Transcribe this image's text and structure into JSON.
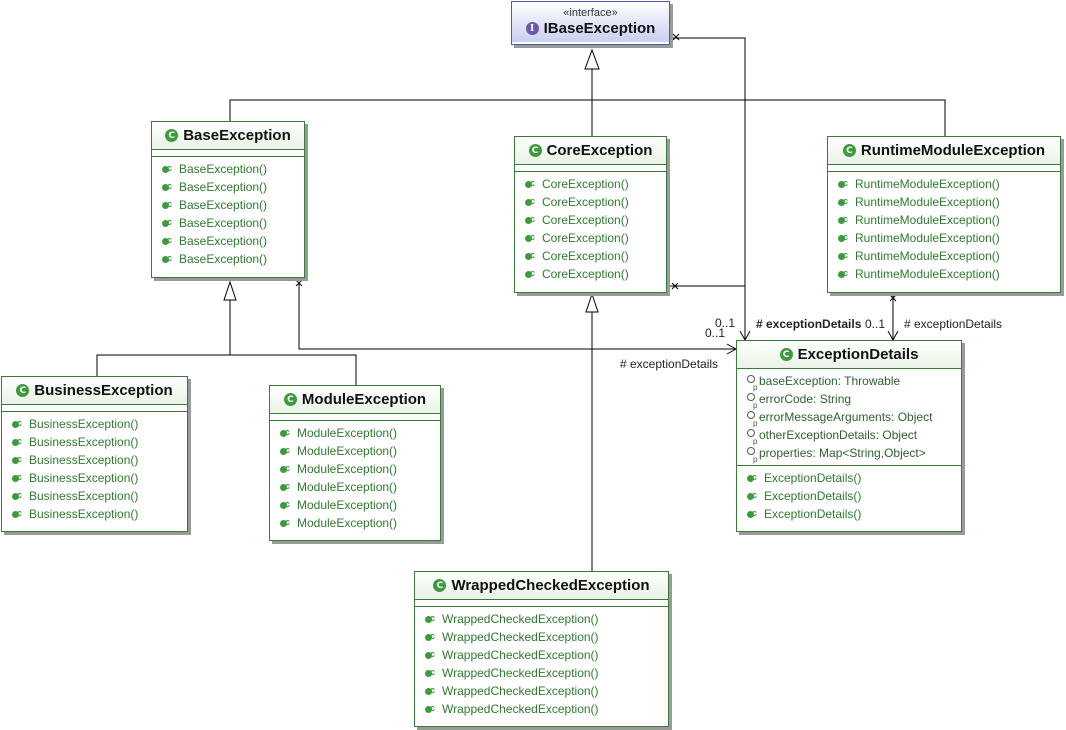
{
  "interface": {
    "stereotype": "«interface»",
    "name": "IBaseException",
    "icon": "interface-icon"
  },
  "classes": {
    "base_exception": {
      "name": "BaseException",
      "methods": [
        "BaseException()",
        "BaseException()",
        "BaseException()",
        "BaseException()",
        "BaseException()",
        "BaseException()"
      ]
    },
    "core_exception": {
      "name": "CoreException",
      "methods": [
        "CoreException()",
        "CoreException()",
        "CoreException()",
        "CoreException()",
        "CoreException()",
        "CoreException()"
      ]
    },
    "runtime_module_exception": {
      "name": "RuntimeModuleException",
      "methods": [
        "RuntimeModuleException()",
        "RuntimeModuleException()",
        "RuntimeModuleException()",
        "RuntimeModuleException()",
        "RuntimeModuleException()",
        "RuntimeModuleException()"
      ]
    },
    "business_exception": {
      "name": "BusinessException",
      "methods": [
        "BusinessException()",
        "BusinessException()",
        "BusinessException()",
        "BusinessException()",
        "BusinessException()",
        "BusinessException()"
      ]
    },
    "module_exception": {
      "name": "ModuleException",
      "methods": [
        "ModuleException()",
        "ModuleException()",
        "ModuleException()",
        "ModuleException()",
        "ModuleException()",
        "ModuleException()"
      ]
    },
    "wrapped_checked_exception": {
      "name": "WrappedCheckedException",
      "methods": [
        "WrappedCheckedException()",
        "WrappedCheckedException()",
        "WrappedCheckedException()",
        "WrappedCheckedException()",
        "WrappedCheckedException()",
        "WrappedCheckedException()"
      ]
    },
    "exception_details": {
      "name": "ExceptionDetails",
      "attributes": [
        "baseException: Throwable",
        "errorCode: String",
        "errorMessageArguments: Object",
        "otherExceptionDetails: Object",
        "properties: Map<String,Object>"
      ],
      "methods": [
        "ExceptionDetails()",
        "ExceptionDetails()",
        "ExceptionDetails()"
      ]
    }
  },
  "labels": {
    "mult_a": "0..1",
    "mult_b": "0..1",
    "role_bold": "# exceptionDetails",
    "role_bold_mult": "0..1",
    "role_runtime": "# exceptionDetails",
    "role_core": "# exceptionDetails"
  },
  "colors": {
    "class_border": "#3c7a3c",
    "class_header_gradient": "#e9f3e6",
    "interface_border": "#4f5ea0",
    "interface_header_gradient": "#c9cff0",
    "method_text": "#2f7a2f",
    "class_icon": "#3f9a3f",
    "interface_icon": "#6b5aa8"
  }
}
